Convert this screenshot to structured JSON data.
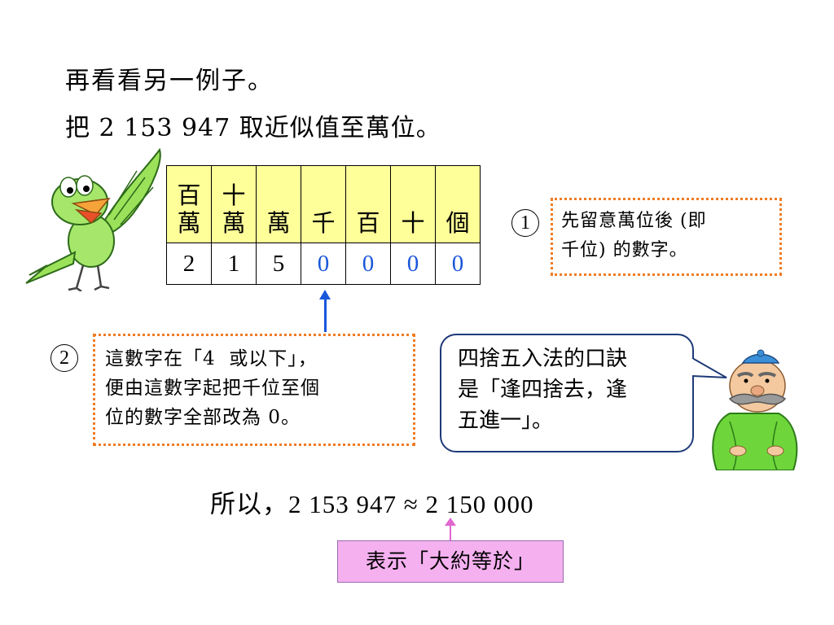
{
  "intro": {
    "line1": "再看看另一例子。",
    "line2": "把 2 153 947 取近似值至萬位。"
  },
  "table": {
    "headers": [
      {
        "top": "百",
        "bottom": "萬"
      },
      {
        "top": "十",
        "bottom": "萬"
      },
      {
        "top": "",
        "bottom": "萬"
      },
      {
        "top": "",
        "bottom": "千"
      },
      {
        "top": "",
        "bottom": "百"
      },
      {
        "top": "",
        "bottom": "十"
      },
      {
        "top": "",
        "bottom": "個"
      }
    ],
    "values": [
      "2",
      "1",
      "5",
      "0",
      "0",
      "0",
      "0"
    ]
  },
  "step1": {
    "number": "1",
    "text_line1": "先留意萬位後 (即",
    "text_line2": "千位) 的數字。"
  },
  "step2": {
    "number": "2",
    "text_line1": "這數字在「4  或以下」，",
    "text_line2": "便由這數字起把千位至個",
    "text_line3": "位的數字全部改為 0。"
  },
  "speech": {
    "line1": "四捨五入法的口訣",
    "line2": "是「逢四捨去，逢",
    "line3": "五進一」。"
  },
  "result": {
    "prefix": "所以，",
    "expression": "2 153 947 ≈ 2 150 000"
  },
  "meaning_box": "表示「大約等於」",
  "colors": {
    "header_bg": "#ffff99",
    "blue_digits": "#1a56db",
    "note_border": "#f07b22",
    "pink_box": "#f5b0f0"
  }
}
